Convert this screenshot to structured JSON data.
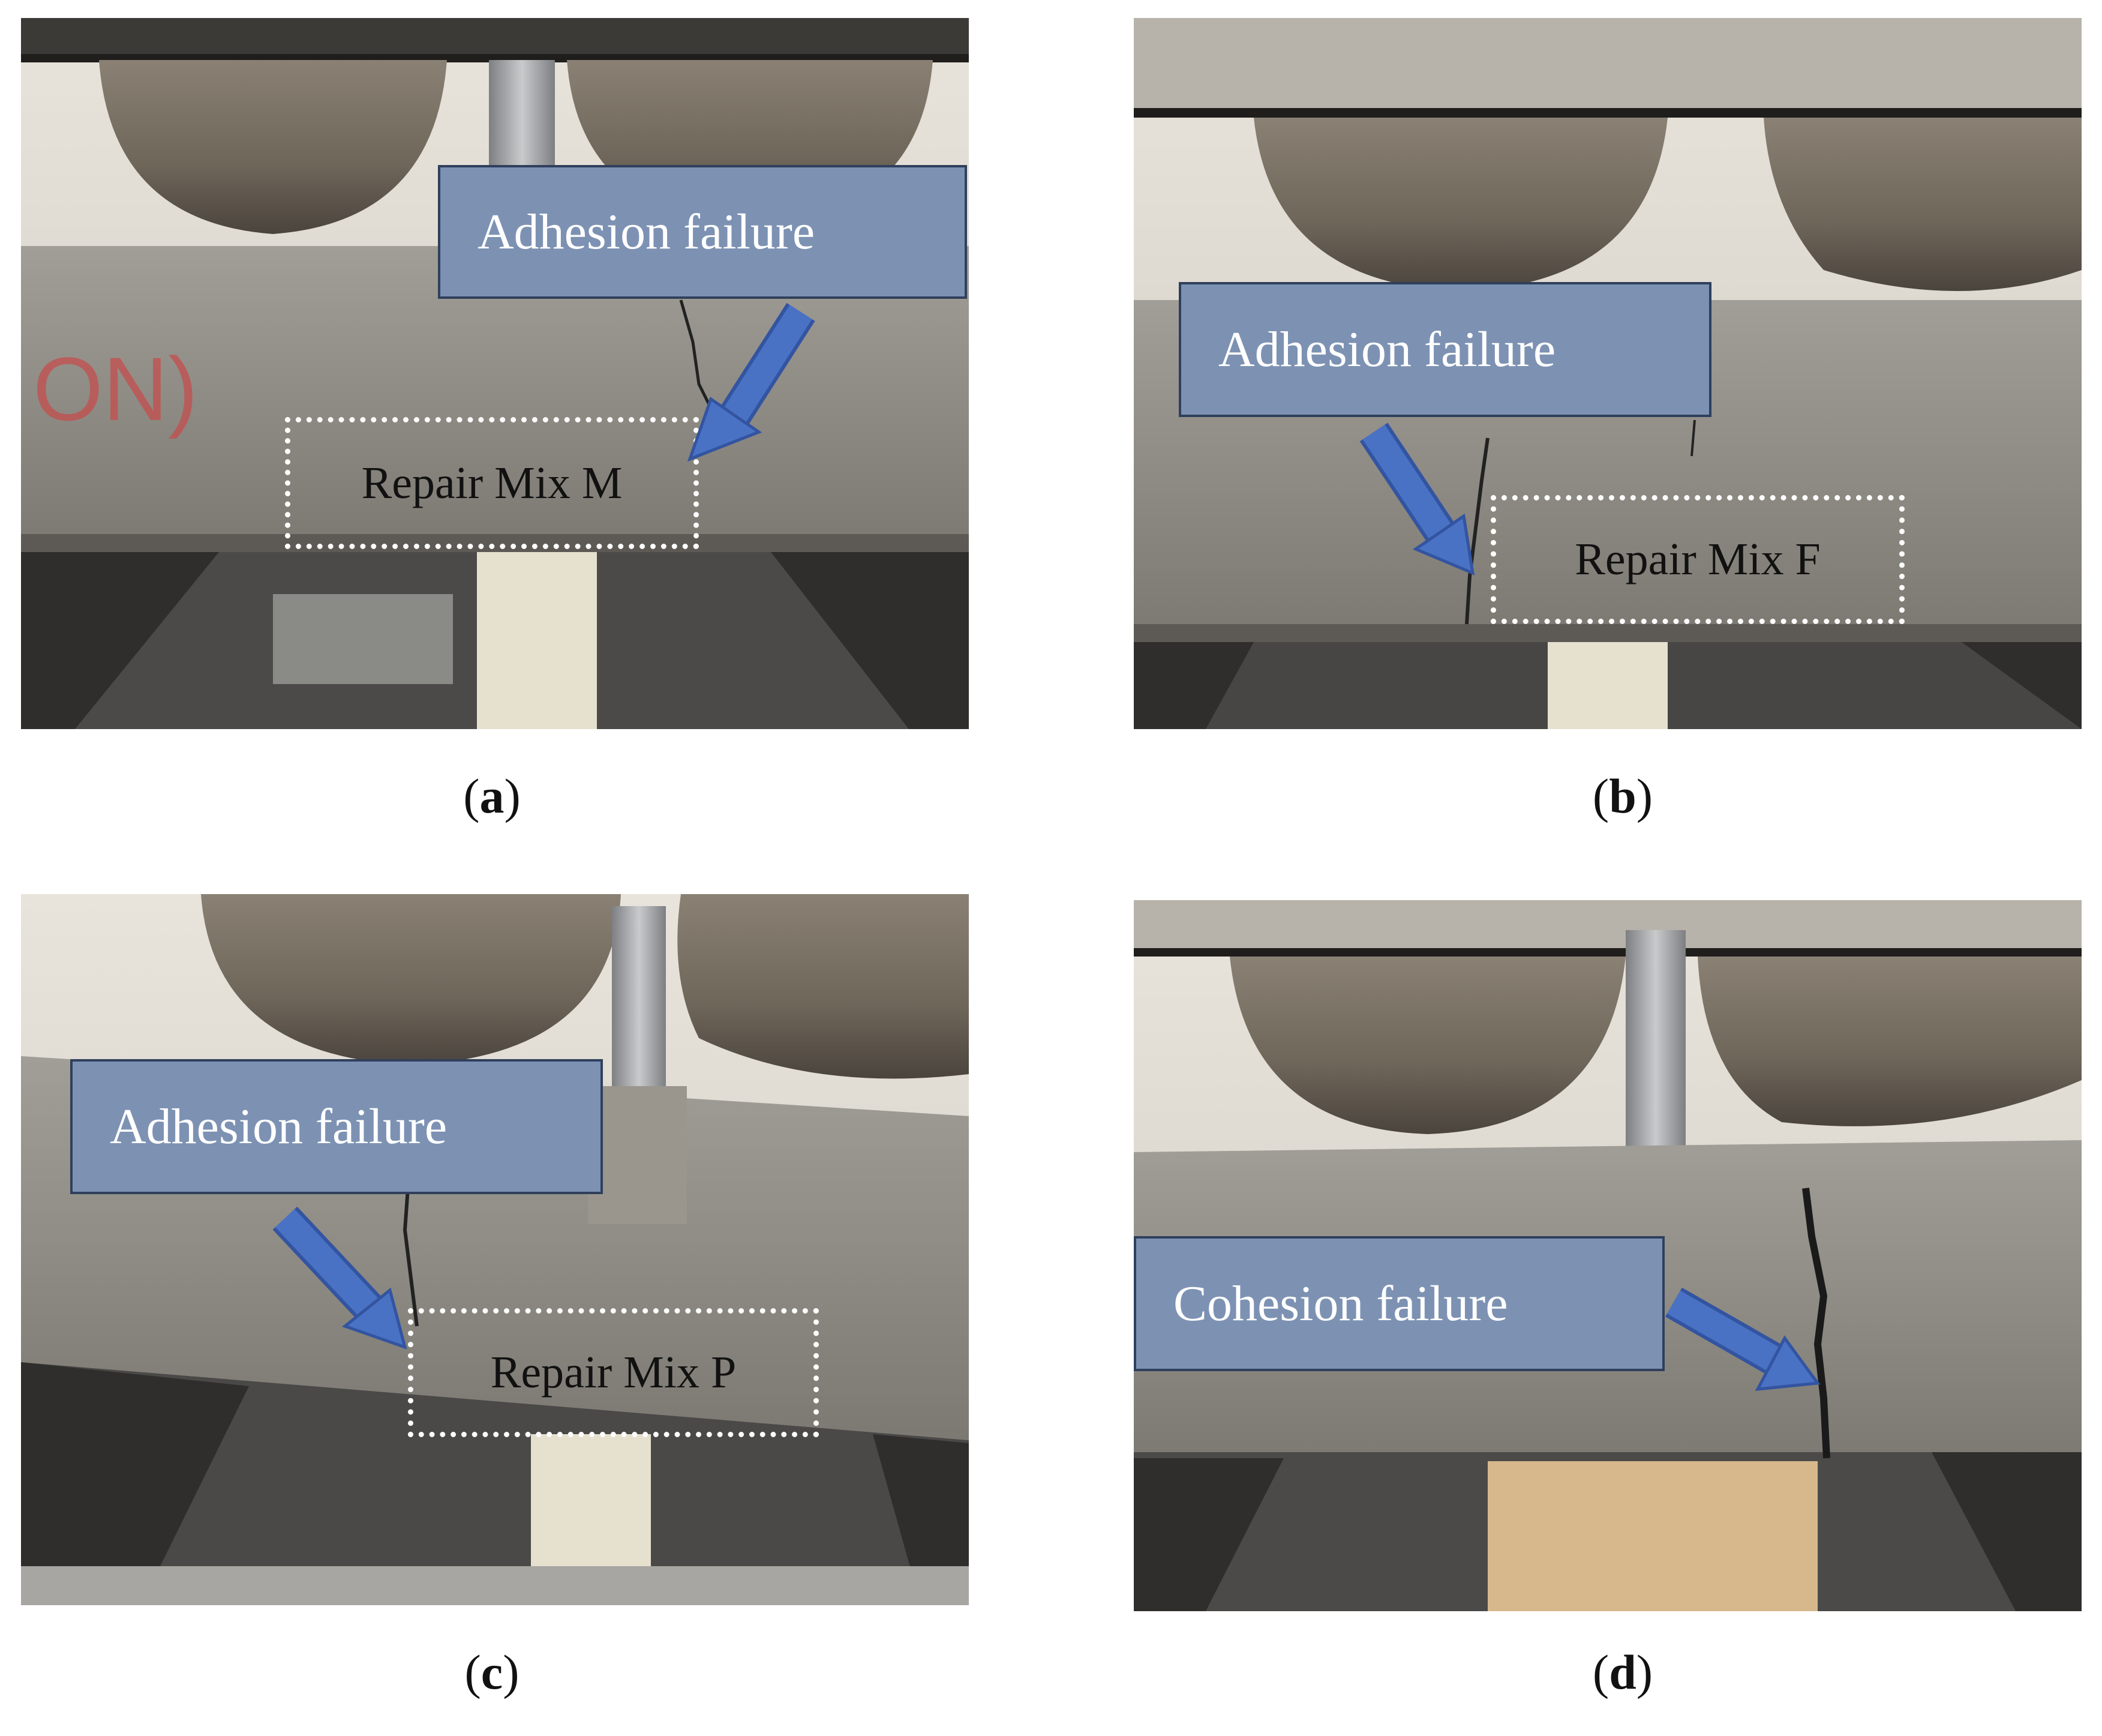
{
  "panels": {
    "a": {
      "callout": "Adhesion failure",
      "repair_label": "Repair Mix M",
      "caption_open": "(",
      "caption_letter": "a",
      "caption_close": ")"
    },
    "b": {
      "callout": "Adhesion failure",
      "repair_label": "Repair Mix F",
      "caption_open": "(",
      "caption_letter": "b",
      "caption_close": ")"
    },
    "c": {
      "callout": "Adhesion failure",
      "repair_label": "Repair Mix P",
      "caption_open": "(",
      "caption_letter": "c",
      "caption_close": ")"
    },
    "d": {
      "callout": "Cohesion failure",
      "caption_open": "(",
      "caption_letter": "d",
      "caption_close": ")"
    }
  },
  "colors": {
    "callout_fill": "#7d92b3",
    "callout_border": "#2f3f5c",
    "arrow": "#4a72c4",
    "repair_outline": "#ffffff"
  },
  "icons": [
    "arrow-pointer-icon"
  ]
}
